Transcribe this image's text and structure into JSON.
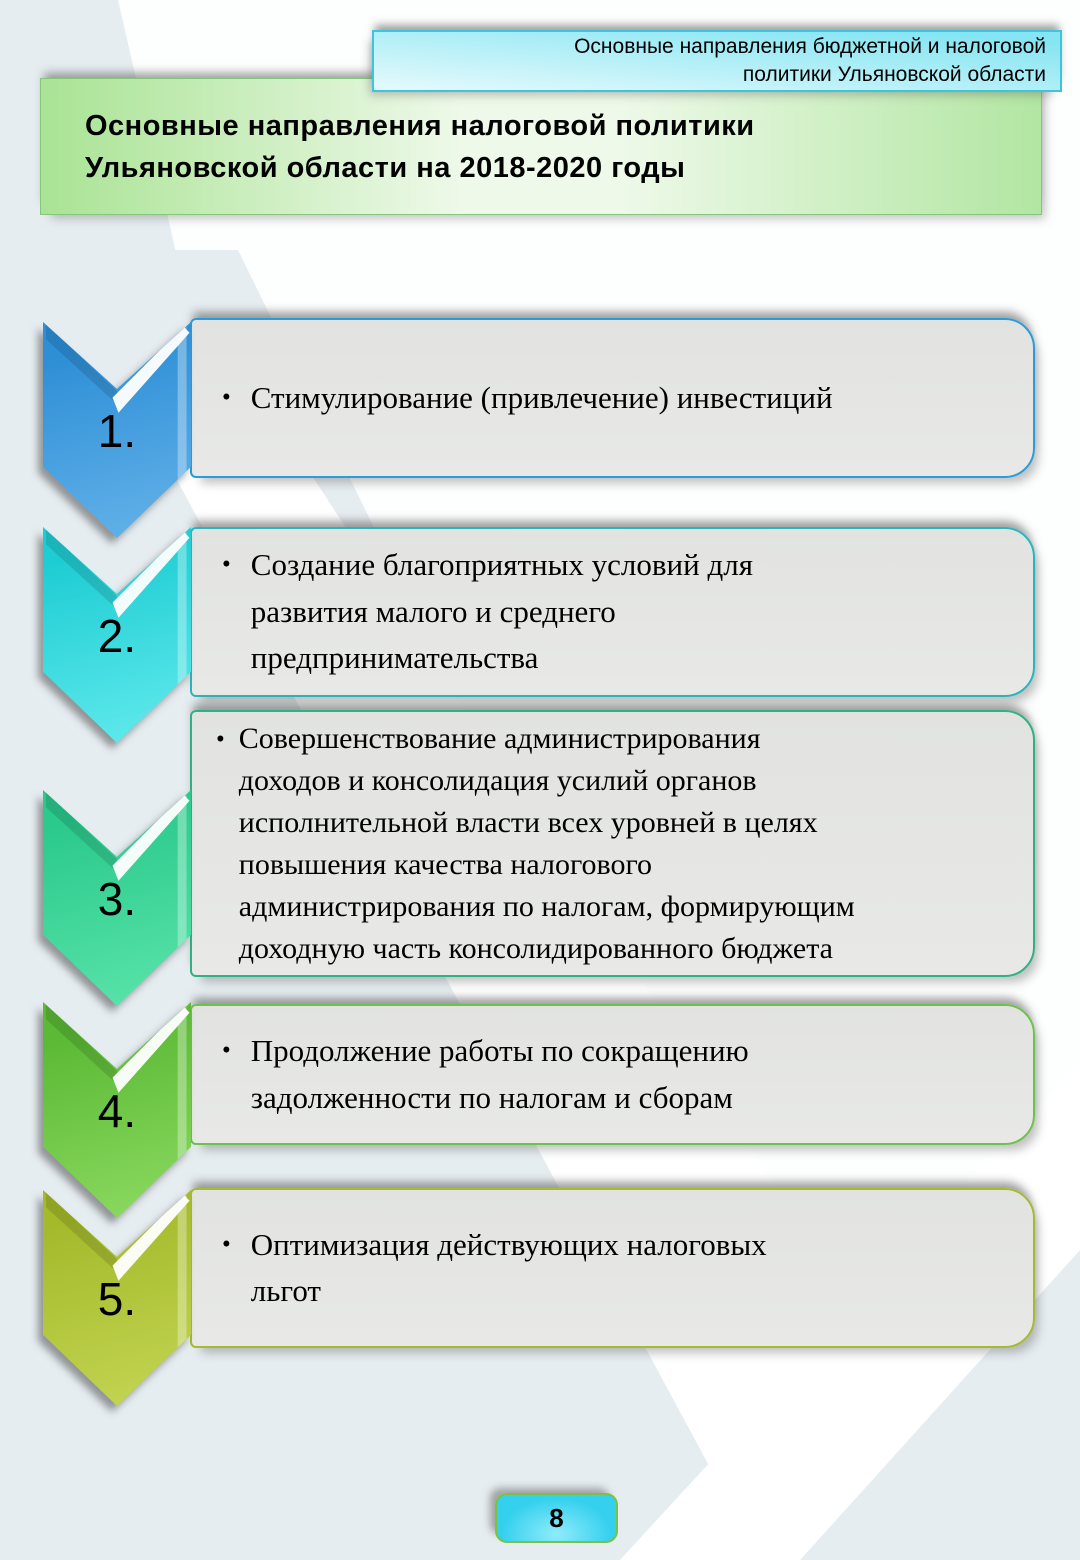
{
  "header_banner": {
    "line1": "Основные направления бюджетной и налоговой",
    "line2": "политики Ульяновской области"
  },
  "title": {
    "line1": "Основные направления налоговой политики",
    "line2": "Ульяновской области на 2018-2020 годы"
  },
  "bullet_glyph": "•",
  "steps": [
    {
      "number": "1.",
      "text": "Стимулирование (привлечение) инвестиций",
      "colors": {
        "chevron_top": "#2e8fd6",
        "chevron_bottom": "#62b1e8",
        "card_border": "#2b9cd8"
      }
    },
    {
      "number": "2.",
      "text": "Создание благоприятных условий для\nразвития малого и среднего\nпредпринимательства",
      "colors": {
        "chevron_top": "#1ecdd3",
        "chevron_bottom": "#5fe9ec",
        "card_border": "#29b5bc"
      }
    },
    {
      "number": "3.",
      "text": "Совершенствование администрирования\nдоходов и консолидация усилий органов\nисполнительной власти всех уровней в целях\nповышения качества налогового\nадминистрирования по налогам, формирующим\nдоходную часть консолидированного бюджета",
      "colors": {
        "chevron_top": "#2bc98c",
        "chevron_bottom": "#58e3a9",
        "card_border": "#2eb183"
      }
    },
    {
      "number": "4.",
      "text": "Продолжение работы по сокращению\nзадолженности по налогам и сборам",
      "colors": {
        "chevron_top": "#5bb935",
        "chevron_bottom": "#8ad95f",
        "card_border": "#6cc24a"
      }
    },
    {
      "number": "5.",
      "text": "Оптимизация действующих налоговых\nльгот",
      "colors": {
        "chevron_top": "#a4ba2b",
        "chevron_bottom": "#c3d451",
        "card_border": "#a4ba31"
      }
    }
  ],
  "footer": {
    "page_number": "8"
  },
  "colors": {
    "pale_bg": "#e6edf1",
    "card_bg": "#e2e3e1",
    "card_bg2": "#e8e9e6",
    "header_fill_light": "#e0f9fc",
    "header_fill_dark": "#86e5f2",
    "header_border": "#3cc5dc",
    "title_fill_edge": "#a9e394",
    "title_fill_edge2": "#b2e6a2",
    "title_fill_center": "#eef9e9",
    "title_border": "#84c77c",
    "badge_fill": "#35d0ee",
    "badge_border": "#7cc142"
  }
}
